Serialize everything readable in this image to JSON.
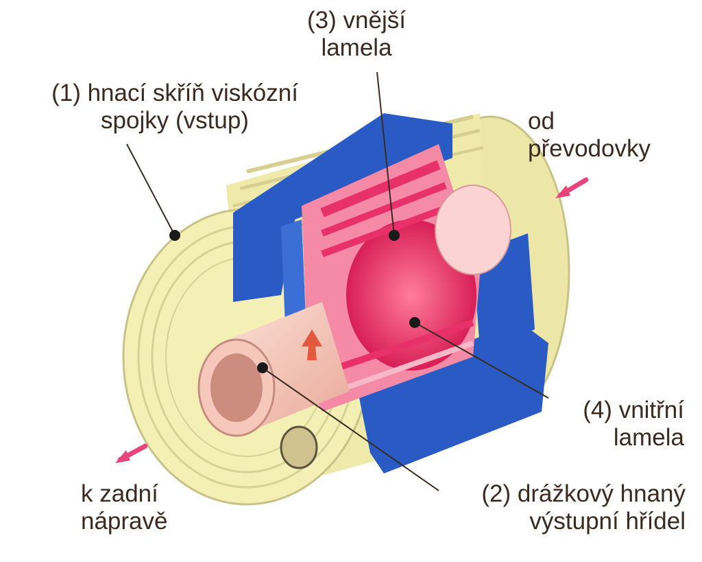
{
  "labels": {
    "outer_plate": {
      "line1": "(3) vnější",
      "line2": "lamela"
    },
    "housing": {
      "line1": "(1) hnací skříň viskózní",
      "line2": "spojky (vstup)"
    },
    "from_gearbox": {
      "line1": "od",
      "line2": "převodovky"
    },
    "inner_plate": {
      "line1": "(4) vnitřní",
      "line2": "lamela"
    },
    "to_rear_axle": {
      "line1": "k zadní",
      "line2": "nápravě"
    },
    "output_shaft": {
      "line1": "(2) drážkový hnaný",
      "line2": "výstupní hřídel"
    }
  },
  "colors": {
    "text": "#3a2a22",
    "housing": "#f3efb5",
    "housing_shade": "#c9c286",
    "blue_frame": "#2a5bc4",
    "plates_red": "#e8306a",
    "plates_pink": "#f48aa5",
    "shaft": "#f6c8bb",
    "arrow": "#e8457a",
    "leader": "#3a2a22"
  }
}
